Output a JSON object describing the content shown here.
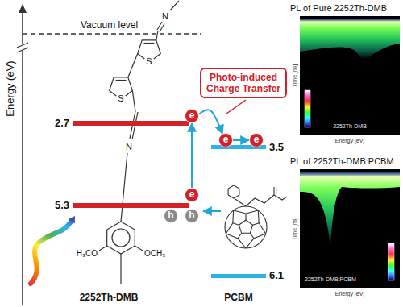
{
  "diagram": {
    "nodes": [
      {
        "text": [
          "Photo-induced Charge Transfer"
        ]
      },
      {
        "text": [
          "e"
        ]
      },
      {
        "text": [
          "e"
        ]
      },
      {
        "text": [
          "e"
        ]
      },
      {
        "text": [
          "e"
        ]
      },
      {
        "text": [
          "h"
        ]
      },
      {
        "text": [
          "h"
        ]
      },
      {
        "text": [
          "PL of Pure 2252Th-DMB",
          "2252Th-DMB"
        ]
      },
      {
        "text": [
          "PL of 2252Th-DMB:PCBM",
          "2252Th-DMB:PCBM"
        ]
      }
    ],
    "edges": [
      {
        "from": 4,
        "to": 1,
        "arrow": "to"
      },
      {
        "from": 1,
        "to": 2,
        "arrow": "to"
      },
      {
        "from": 2,
        "to": 3,
        "arrow": "to"
      }
    ],
    "labels": [
      "Energy (eV)",
      "Vacuum level",
      "2.7",
      "5.3",
      "3.5",
      "6.1",
      "S",
      "S",
      "N",
      "N",
      "H₃CO",
      "OCH₃",
      "2252Th-DMB",
      "PCBM",
      "Time [ns]",
      "Energy [eV]",
      "Time [ns]",
      "Energy [eV]"
    ]
  }
}
